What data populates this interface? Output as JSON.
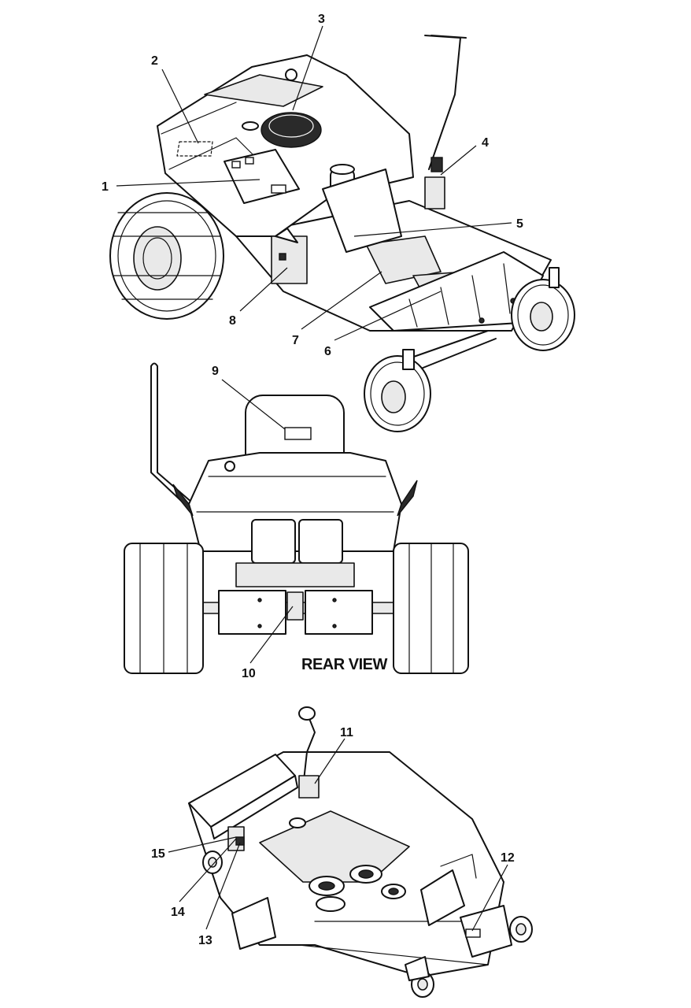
{
  "views": {
    "top": {
      "callouts": [
        "1",
        "2",
        "3",
        "4",
        "5",
        "6",
        "7",
        "8"
      ]
    },
    "rear": {
      "label": "REAR VIEW",
      "callouts": [
        "9",
        "10"
      ]
    },
    "deck": {
      "callouts": [
        "11",
        "12",
        "13",
        "14",
        "15"
      ]
    }
  },
  "callouts": {
    "c1": "1",
    "c2": "2",
    "c3": "3",
    "c4": "4",
    "c5": "5",
    "c6": "6",
    "c7": "7",
    "c8": "8",
    "c9": "9",
    "c10": "10",
    "c11": "11",
    "c12": "12",
    "c13": "13",
    "c14": "14",
    "c15": "15"
  },
  "colors": {
    "line": "#111111",
    "background": "#ffffff",
    "shade": "#e9e9e9"
  }
}
